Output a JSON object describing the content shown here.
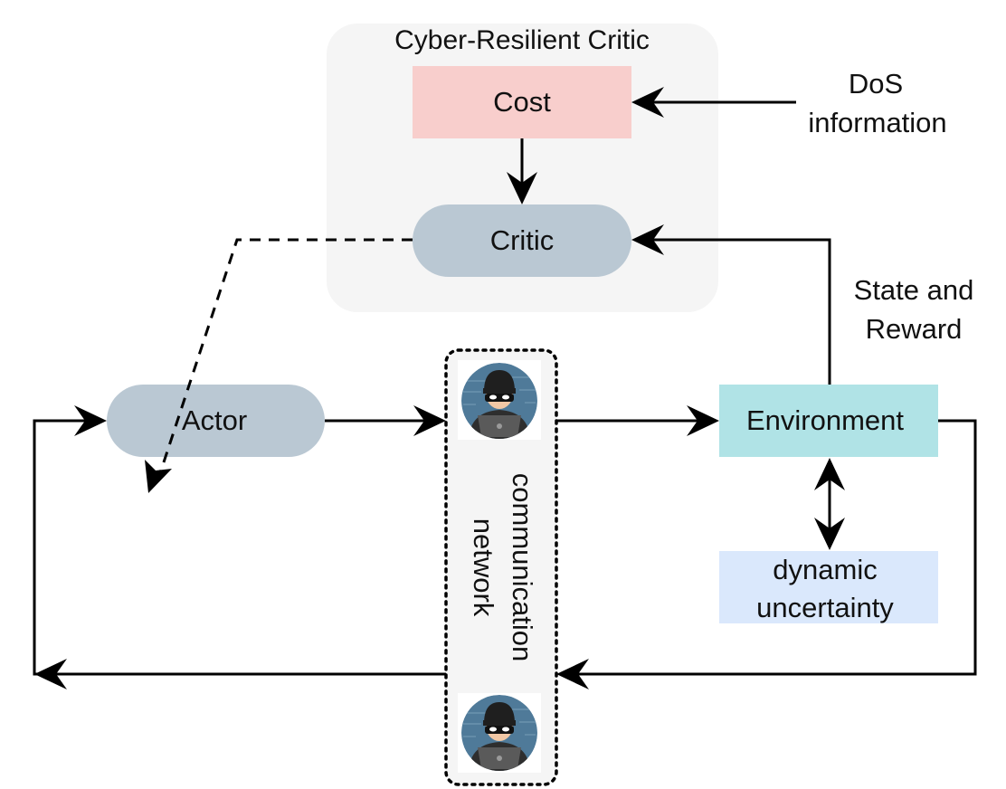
{
  "group": {
    "title": "Cyber-Resilient Critic"
  },
  "nodes": {
    "cost": {
      "label": "Cost",
      "color": "#f8cecc"
    },
    "critic": {
      "label": "Critic",
      "color": "#bac8d3"
    },
    "actor": {
      "label": "Actor",
      "color": "#bac8d3"
    },
    "environment": {
      "label": "Environment",
      "color": "#b0e3e6"
    },
    "uncertainty": {
      "line1": "dynamic",
      "line2": "uncertainty",
      "color": "#dae8fc"
    },
    "network": {
      "line1": "communication",
      "line2": "network"
    }
  },
  "labels": {
    "dos": {
      "line1": "DoS",
      "line2": "information"
    },
    "state_reward": {
      "line1": "State and",
      "line2": "Reward"
    }
  },
  "icons": {
    "attacker": "hacker-icon"
  }
}
